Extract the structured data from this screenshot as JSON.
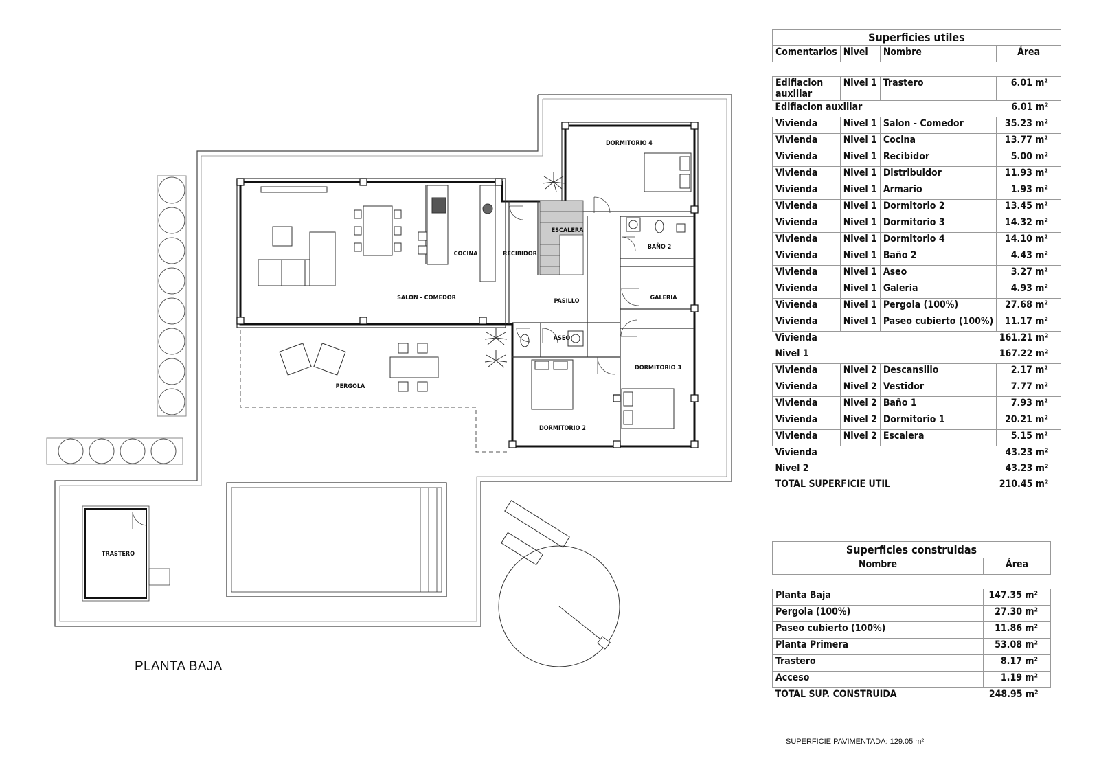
{
  "plan": {
    "title": "PLANTA BAJA",
    "rooms": {
      "dormitorio4": "DORMITORIO 4",
      "escalera": "ESCALERA",
      "bano2": "BAÑO 2",
      "cocina": "COCINA",
      "recibidor": "RECIBIDOR",
      "salon": "SALON - COMEDOR",
      "pasillo": "PASILLO",
      "galeria": "GALERIA",
      "aseo": "ASEO",
      "dormitorio3": "DORMITORIO 3",
      "dormitorio2": "DORMITORIO 2",
      "pergola": "PERGOLA",
      "trastero": "TRASTERO"
    }
  },
  "utiles": {
    "title": "Superficies utiles",
    "headers": [
      "Comentarios",
      "Nivel",
      "Nombre",
      "Área"
    ],
    "rows": [
      {
        "c": "Edifiacion auxiliar",
        "n": "Nivel 1",
        "name": "Trastero",
        "a": "6.01 m²"
      },
      {
        "c": "Edifiacion auxiliar",
        "n": "",
        "name": "",
        "a": "6.01 m²"
      },
      {
        "c": "Vivienda",
        "n": "Nivel 1",
        "name": "Salon - Comedor",
        "a": "35.23 m²"
      },
      {
        "c": "Vivienda",
        "n": "Nivel 1",
        "name": "Cocina",
        "a": "13.77 m²"
      },
      {
        "c": "Vivienda",
        "n": "Nivel 1",
        "name": "Recibidor",
        "a": "5.00 m²"
      },
      {
        "c": "Vivienda",
        "n": "Nivel 1",
        "name": "Distribuidor",
        "a": "11.93 m²"
      },
      {
        "c": "Vivienda",
        "n": "Nivel 1",
        "name": "Armario",
        "a": "1.93 m²"
      },
      {
        "c": "Vivienda",
        "n": "Nivel 1",
        "name": "Dormitorio 2",
        "a": "13.45 m²"
      },
      {
        "c": "Vivienda",
        "n": "Nivel 1",
        "name": "Dormitorio 3",
        "a": "14.32 m²"
      },
      {
        "c": "Vivienda",
        "n": "Nivel 1",
        "name": "Dormitorio 4",
        "a": "14.10 m²"
      },
      {
        "c": "Vivienda",
        "n": "Nivel 1",
        "name": "Baño 2",
        "a": "4.43 m²"
      },
      {
        "c": "Vivienda",
        "n": "Nivel 1",
        "name": "Aseo",
        "a": "3.27 m²"
      },
      {
        "c": "Vivienda",
        "n": "Nivel 1",
        "name": "Galeria",
        "a": "4.93 m²"
      },
      {
        "c": "Vivienda",
        "n": "Nivel 1",
        "name": "Pergola (100%)",
        "a": "27.68 m²"
      },
      {
        "c": "Vivienda",
        "n": "Nivel 1",
        "name": "Paseo cubierto (100%)",
        "a": "11.17 m²"
      },
      {
        "c": "Vivienda",
        "n": "",
        "name": "",
        "a": "161.21 m²"
      },
      {
        "c": "Nivel 1",
        "n": "",
        "name": "",
        "a": "167.22 m²"
      },
      {
        "c": "Vivienda",
        "n": "Nivel 2",
        "name": "Descansillo",
        "a": "2.17 m²"
      },
      {
        "c": "Vivienda",
        "n": "Nivel 2",
        "name": "Vestidor",
        "a": "7.77 m²"
      },
      {
        "c": "Vivienda",
        "n": "Nivel 2",
        "name": "Baño 1",
        "a": "7.93 m²"
      },
      {
        "c": "Vivienda",
        "n": "Nivel 2",
        "name": "Dormitorio 1",
        "a": "20.21 m²"
      },
      {
        "c": "Vivienda",
        "n": "Nivel 2",
        "name": "Escalera",
        "a": "5.15 m²"
      },
      {
        "c": "Vivienda",
        "n": "",
        "name": "",
        "a": "43.23 m²"
      },
      {
        "c": "Nivel 2",
        "n": "",
        "name": "",
        "a": "43.23 m²"
      },
      {
        "c": "TOTAL SUPERFICIE UTIL",
        "n": "",
        "name": "",
        "a": "210.45 m²"
      }
    ]
  },
  "construidas": {
    "title": "Superficies construidas",
    "headers": [
      "Nombre",
      "Área"
    ],
    "rows": [
      {
        "name": "Planta Baja",
        "a": "147.35 m²"
      },
      {
        "name": "Pergola (100%)",
        "a": "27.30 m²"
      },
      {
        "name": "Paseo cubierto (100%)",
        "a": "11.86 m²"
      },
      {
        "name": "Planta Primera",
        "a": "53.08 m²"
      },
      {
        "name": "Trastero",
        "a": "8.17 m²"
      },
      {
        "name": "Acceso",
        "a": "1.19 m²"
      },
      {
        "name": "TOTAL SUP. CONSTRUIDA",
        "a": "248.95 m²"
      }
    ]
  },
  "footer": "SUPERFICIE PAVIMENTADA: 129.05 m²"
}
